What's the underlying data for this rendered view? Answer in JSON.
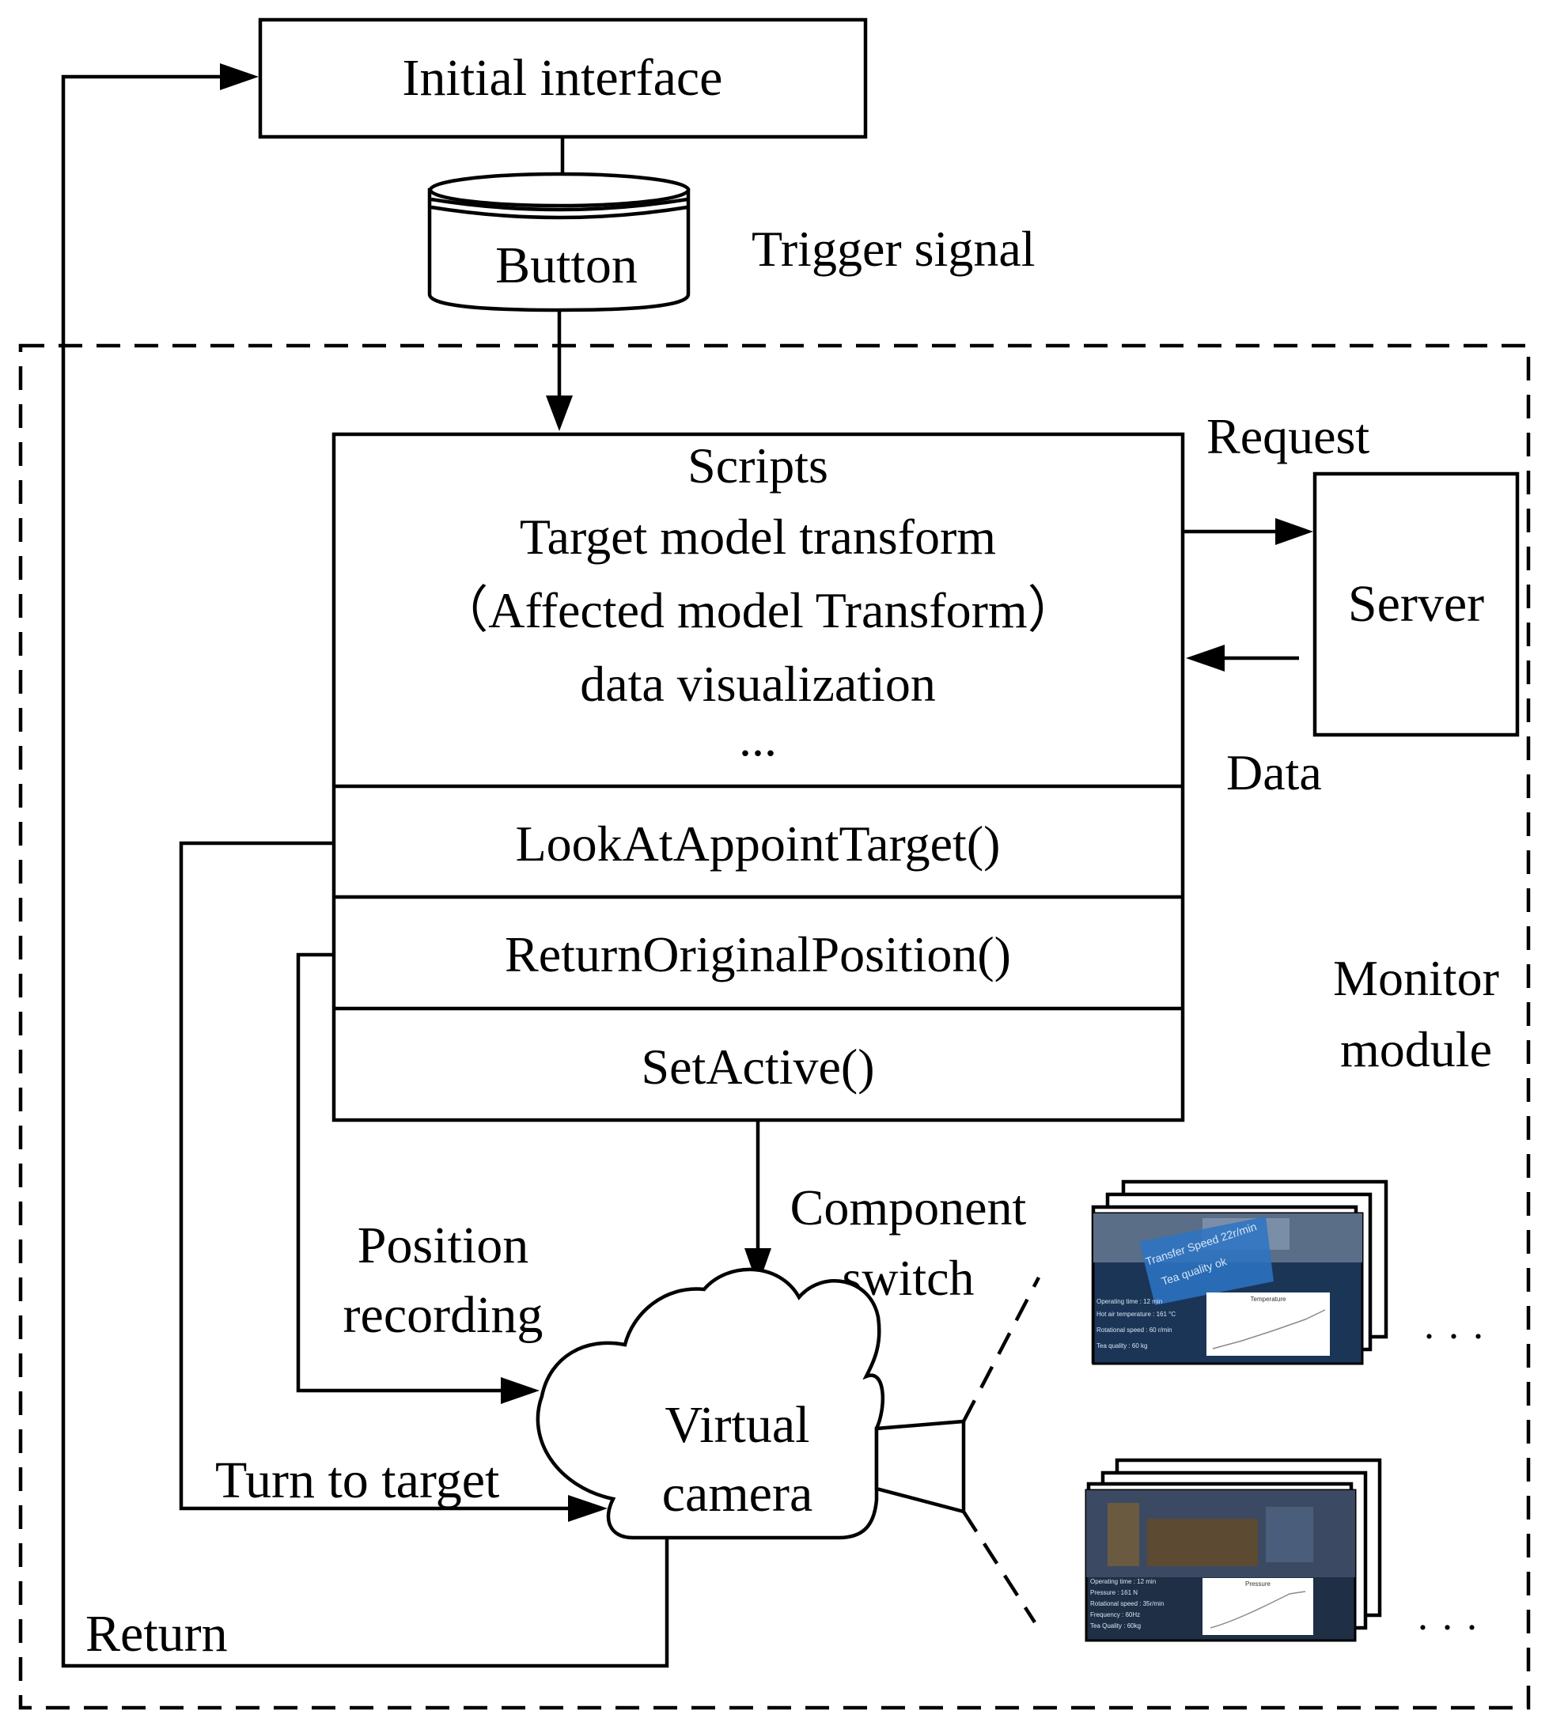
{
  "nodes": {
    "initial_interface": "Initial interface",
    "button": "Button",
    "server": "Server",
    "virtual_camera": [
      "Virtual",
      "camera"
    ],
    "scripts_header": [
      "Scripts",
      "Target model transform",
      "（Affected model Transform）",
      "data visualization",
      "..."
    ],
    "methods": [
      "LookAtAppointTarget()",
      "ReturnOriginalPosition()",
      "SetActive()"
    ]
  },
  "labels": {
    "trigger_signal": "Trigger signal",
    "request": "Request",
    "data": "Data",
    "monitor_module": [
      "Monitor",
      "module"
    ],
    "component_switch": [
      "Component",
      "switch"
    ],
    "position_recording": [
      "Position",
      "recording"
    ],
    "turn_to_target": "Turn to target",
    "return": "Return"
  },
  "screens": {
    "top": {
      "overlay_1": "Transfer Speed 22r/min",
      "overlay_2": "Tea quality ok",
      "stats": [
        "Operating time : 12 min",
        "Hot air temperature : 161 °C",
        "Rotational speed : 60 r/min",
        "Tea quality : 60 kg"
      ],
      "chart_title": "Temperature"
    },
    "bottom": {
      "stats": [
        "Operating time : 12 min",
        "Pressure : 161 N",
        "Rotational speed : 35r/min",
        "Frequency : 60Hz",
        "Tea Quality : 60kg"
      ],
      "chart_title": "Pressure"
    },
    "ellipsis": "..."
  }
}
